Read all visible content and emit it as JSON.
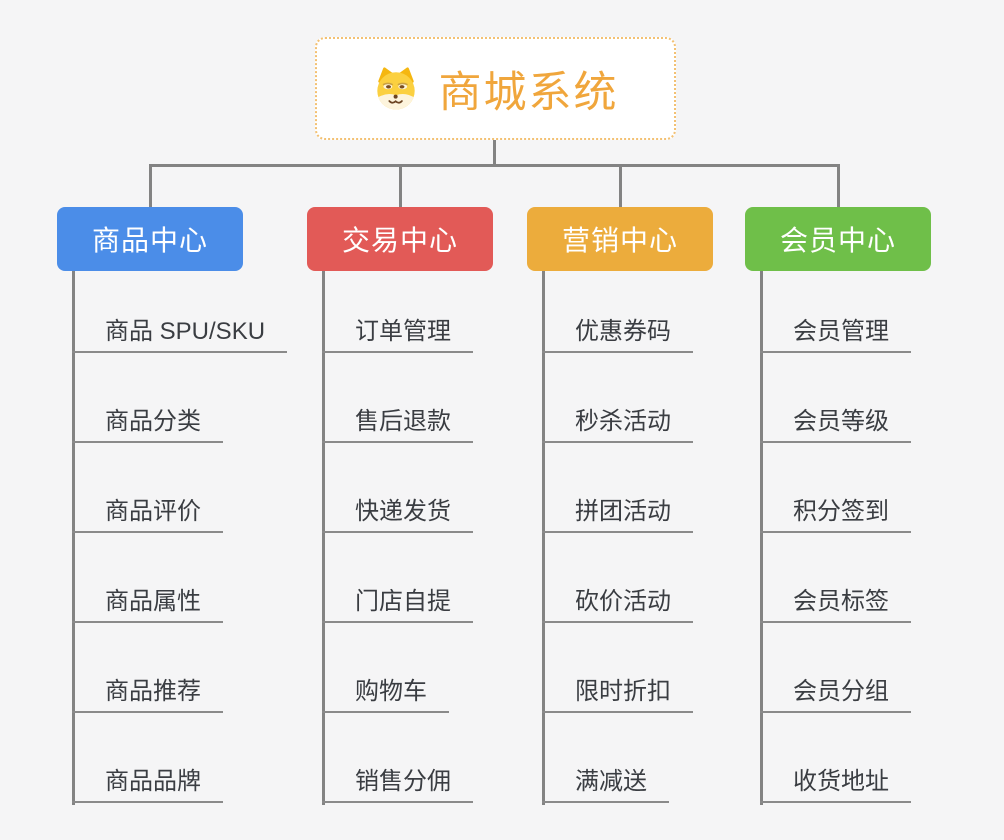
{
  "canvas": {
    "background": "#f5f5f6",
    "connector_color": "#838383",
    "underline_color": "#8a8a8a",
    "item_text_color": "#3a3d42"
  },
  "root": {
    "title": "商城系统",
    "icon": "doge-face-icon",
    "title_color": "#f0a63c",
    "border_color": "#f3c173"
  },
  "branches": [
    {
      "label": "商品中心",
      "color": "#4b8de8",
      "items": [
        "商品 SPU/SKU",
        "商品分类",
        "商品评价",
        "商品属性",
        "商品推荐",
        "商品品牌"
      ]
    },
    {
      "label": "交易中心",
      "color": "#e25a57",
      "items": [
        "订单管理",
        "售后退款",
        "快递发货",
        "门店自提",
        "购物车",
        "销售分佣"
      ]
    },
    {
      "label": "营销中心",
      "color": "#ecac3c",
      "items": [
        "优惠券码",
        "秒杀活动",
        "拼团活动",
        "砍价活动",
        "限时折扣",
        "满减送"
      ]
    },
    {
      "label": "会员中心",
      "color": "#6fbf49",
      "items": [
        "会员管理",
        "会员等级",
        "积分签到",
        "会员标签",
        "会员分组",
        "收货地址"
      ]
    }
  ]
}
